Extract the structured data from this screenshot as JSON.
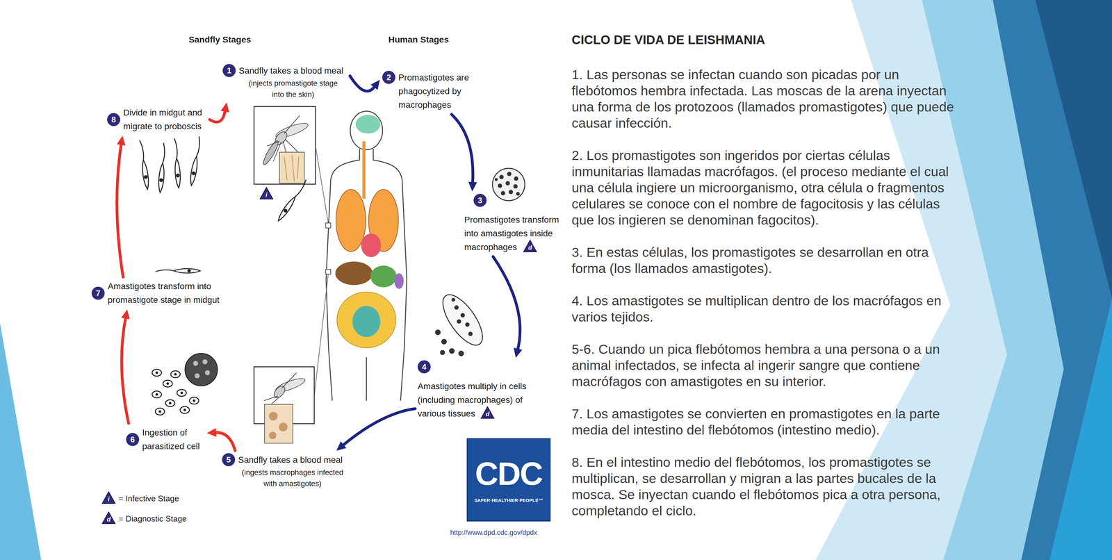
{
  "diagram": {
    "title": "CICLO DE VIDA DE LEISHMANIA",
    "nodes": [
      {
        "text": [
          "1",
          "Sandfly takes a blood meal",
          "(injects promastigote stage into the skin)"
        ]
      },
      {
        "text": [
          "2",
          "Promastigotes are phagocytized by macrophages"
        ]
      },
      {
        "text": [
          "3",
          "Promastigotes transform into amastigotes inside macrophages"
        ]
      },
      {
        "text": [
          "4",
          "Amastigotes multiply in cells (including macrophages) of various tissues"
        ]
      },
      {
        "text": [
          "5",
          "Sandfly takes a blood meal",
          "(ingests macrophages infected with amastigotes)"
        ]
      },
      {
        "text": [
          "6",
          "Ingestion of parasitized cell"
        ]
      },
      {
        "text": [
          "7",
          "Amastigotes transform into promastigote stage in midgut"
        ]
      },
      {
        "text": [
          "8",
          "Divide in midgut and migrate to proboscis"
        ]
      },
      {
        "text": [
          "CDC",
          "SAFER·HEALTHIER·PEOPLE™"
        ]
      }
    ],
    "edges": [
      {
        "from": 0,
        "to": 1,
        "arrow": "to"
      },
      {
        "from": 1,
        "to": 2,
        "arrow": "to"
      },
      {
        "from": 2,
        "to": 3,
        "arrow": "to"
      },
      {
        "from": 3,
        "to": 4,
        "arrow": "to"
      },
      {
        "from": 4,
        "to": 5,
        "arrow": "to"
      },
      {
        "from": 5,
        "to": 6,
        "arrow": "to"
      },
      {
        "from": 6,
        "to": 7,
        "arrow": "to"
      },
      {
        "from": 7,
        "to": 0,
        "arrow": "to"
      }
    ],
    "labels": [
      "Sandfly Stages",
      "Human Stages",
      "i",
      "d",
      "d",
      "i",
      "d",
      "http://www.dpd.cdc.gov/dpdx",
      "1. Las personas se infectan cuando son picadas por un flebótomos hembra infectada. Las moscas de la arena inyectan una forma de los protozoos (llamados promastigotes) que puede causar infección.",
      "2. Los promastigotes son ingeridos por ciertas células inmunitarias llamadas macrófagos. (el proceso mediante el cual una célula ingiere un microorganismo, otra célula o fragmentos celulares se conoce con el nombre de fagocitosis y las células que los ingieren se denominan fagocitos).",
      "3. En estas células, los promastigotes se desarrollan en otra forma (los llamados amastigotes).",
      "4. Los amastigotes se multiplican dentro de los macrófagos en varios tejidos.",
      "5-6. Cuando un pica flebótomos hembra a una persona o a un animal infectados, se infecta al ingerir sangre que contiene macrófagos con amastigotes en su interior.",
      "7. Los amastigotes se convierten en promastigotes en la parte media del intestino del flebótomos (intestino medio).",
      "8. En el intestino medio del flebótomos, los promastigotes se multiplican, se desarrollan y migran a las partes bucales de la mosca. Se inyectan cuando el flebótomos pica a otra persona, completando el ciclo."
    ],
    "legend": [
      {
        "text": "= Infective Stage"
      },
      {
        "text": "= Diagnostic Stage"
      }
    ]
  }
}
